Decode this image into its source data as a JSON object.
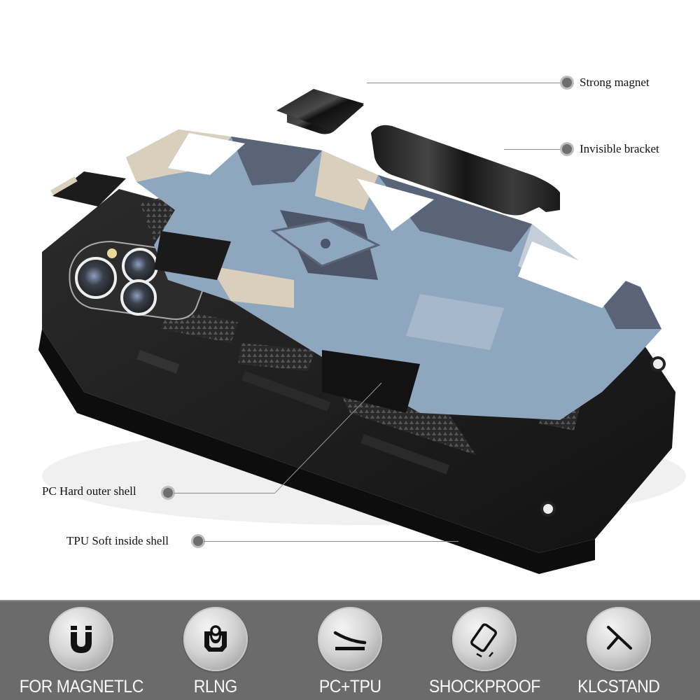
{
  "callouts": [
    {
      "id": "strong-magnet",
      "label": "Strong magnet"
    },
    {
      "id": "invisible-bracket",
      "label": "Invisible bracket"
    },
    {
      "id": "pc-hard-outer-shell",
      "label": "PC Hard outer shell"
    },
    {
      "id": "tpu-soft-inside-shell",
      "label": "TPU Soft inside shell"
    }
  ],
  "features": [
    {
      "icon": "magnet-icon",
      "label": "FOR MAGNETLC"
    },
    {
      "icon": "ring-icon",
      "label": "RLNG"
    },
    {
      "icon": "layers-icon",
      "label": "PC+TPU"
    },
    {
      "icon": "shockproof-phone-icon",
      "label": "SHOCKPROOF"
    },
    {
      "icon": "kickstand-icon",
      "label": "KLCSTAND"
    }
  ],
  "colors": {
    "band_bg": "#6b6b6b",
    "label_text": "#111111",
    "feature_text": "#fafafa",
    "camo_light": "#d9cfbd",
    "camo_blue": "#8fa6bf",
    "camo_slate": "#5a6478",
    "case_black": "#1c1c1c"
  }
}
